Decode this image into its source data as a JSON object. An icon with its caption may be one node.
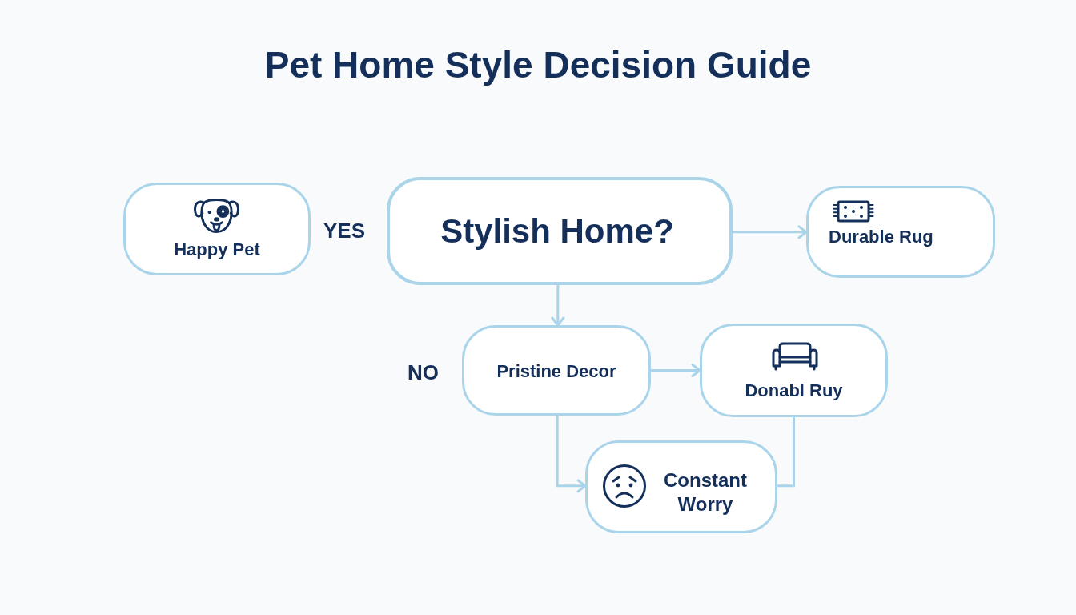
{
  "diagram": {
    "title": "Pet Home Style Decision Guide",
    "nodes": [
      {
        "text": [
          "Happy Pet"
        ]
      },
      {
        "text": [
          "Stylish Home?"
        ]
      },
      {
        "text": [
          "Durable Rug"
        ]
      },
      {
        "text": [
          "Pristine Decor"
        ]
      },
      {
        "text": [
          "Donabl Ruy"
        ]
      },
      {
        "text": [
          "Constant Worry"
        ]
      }
    ],
    "edges": [
      {
        "from": 1,
        "to": 2,
        "arrow": "to"
      },
      {
        "from": 1,
        "to": 3,
        "arrow": "to"
      },
      {
        "from": 3,
        "to": 4,
        "arrow": "to"
      },
      {
        "from": 3,
        "to": 5,
        "arrow": "to"
      },
      {
        "from": 4,
        "to": 5,
        "arrow": "none"
      }
    ],
    "labels": [
      "YES",
      "NO"
    ]
  }
}
